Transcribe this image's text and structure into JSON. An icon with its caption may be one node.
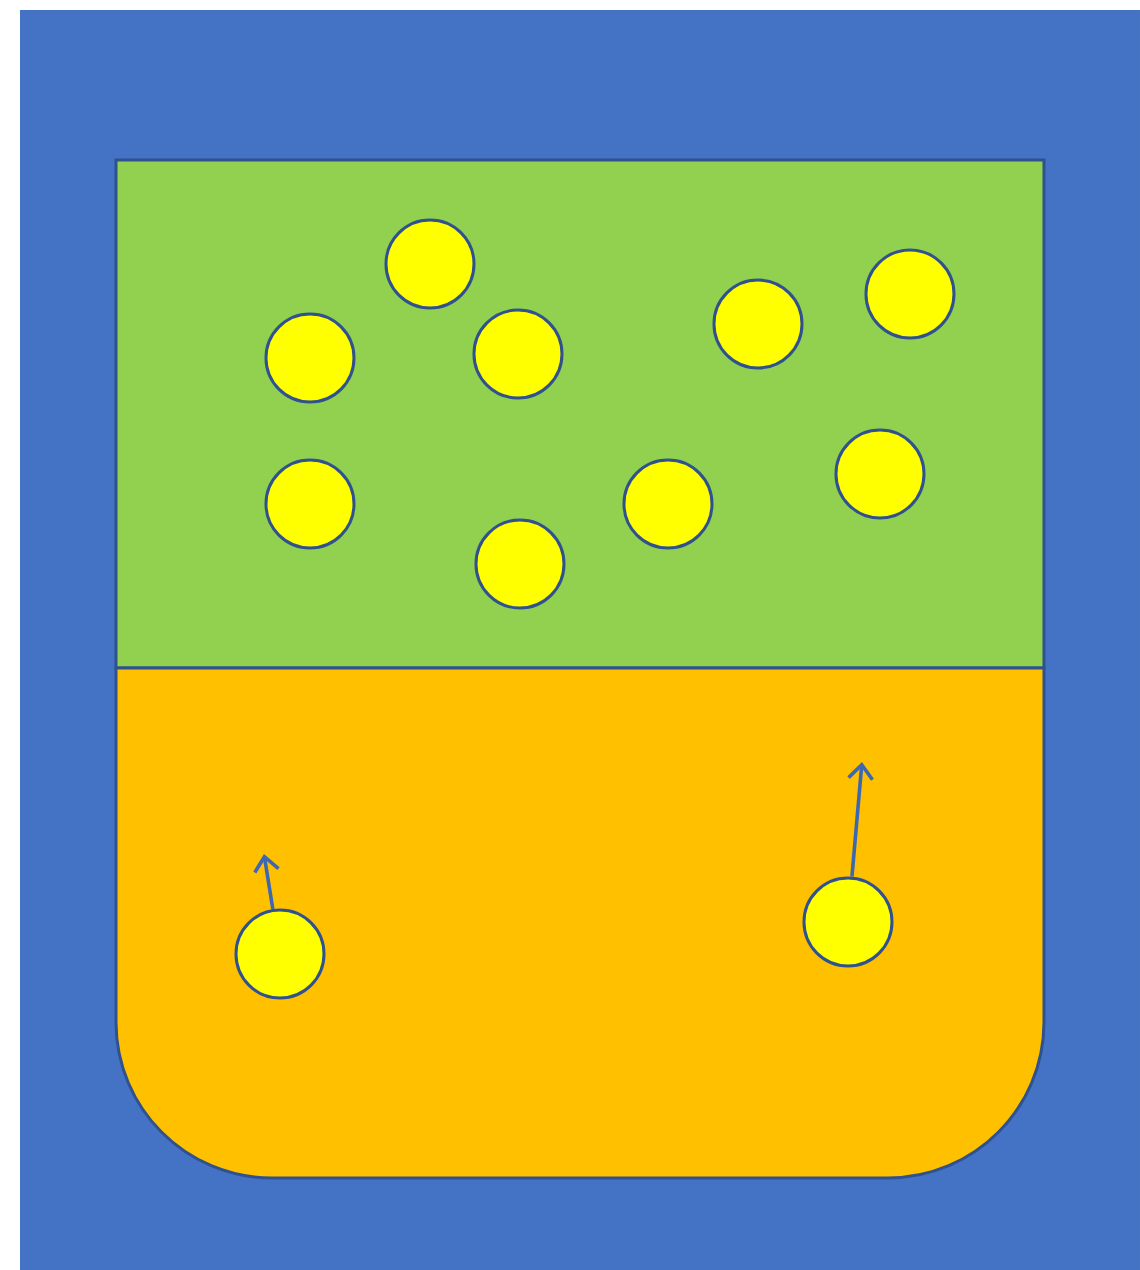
{
  "diagram": {
    "nodes": [
      {
        "text": [],
        "shape": "box"
      },
      {
        "text": [],
        "shape": "circle",
        "in": 0
      },
      {
        "text": [],
        "shape": "circle",
        "in": 0
      },
      {
        "text": [],
        "shape": "circle",
        "in": 0
      },
      {
        "text": [],
        "shape": "circle",
        "in": 0
      },
      {
        "text": [],
        "shape": "circle",
        "in": 0
      },
      {
        "text": [],
        "shape": "circle",
        "in": 0
      },
      {
        "text": [],
        "shape": "circle",
        "in": 0
      },
      {
        "text": [],
        "shape": "circle",
        "in": 0
      },
      {
        "text": [],
        "shape": "circle",
        "in": 0
      },
      {
        "text": [],
        "shape": "box"
      },
      {
        "text": [],
        "shape": "circle",
        "in": 10
      },
      {
        "text": [],
        "shape": "circle",
        "in": 10
      }
    ],
    "edges": [
      {
        "from": 11,
        "to": null,
        "arrow": "to"
      },
      {
        "from": 12,
        "to": null,
        "arrow": "to"
      }
    ]
  }
}
